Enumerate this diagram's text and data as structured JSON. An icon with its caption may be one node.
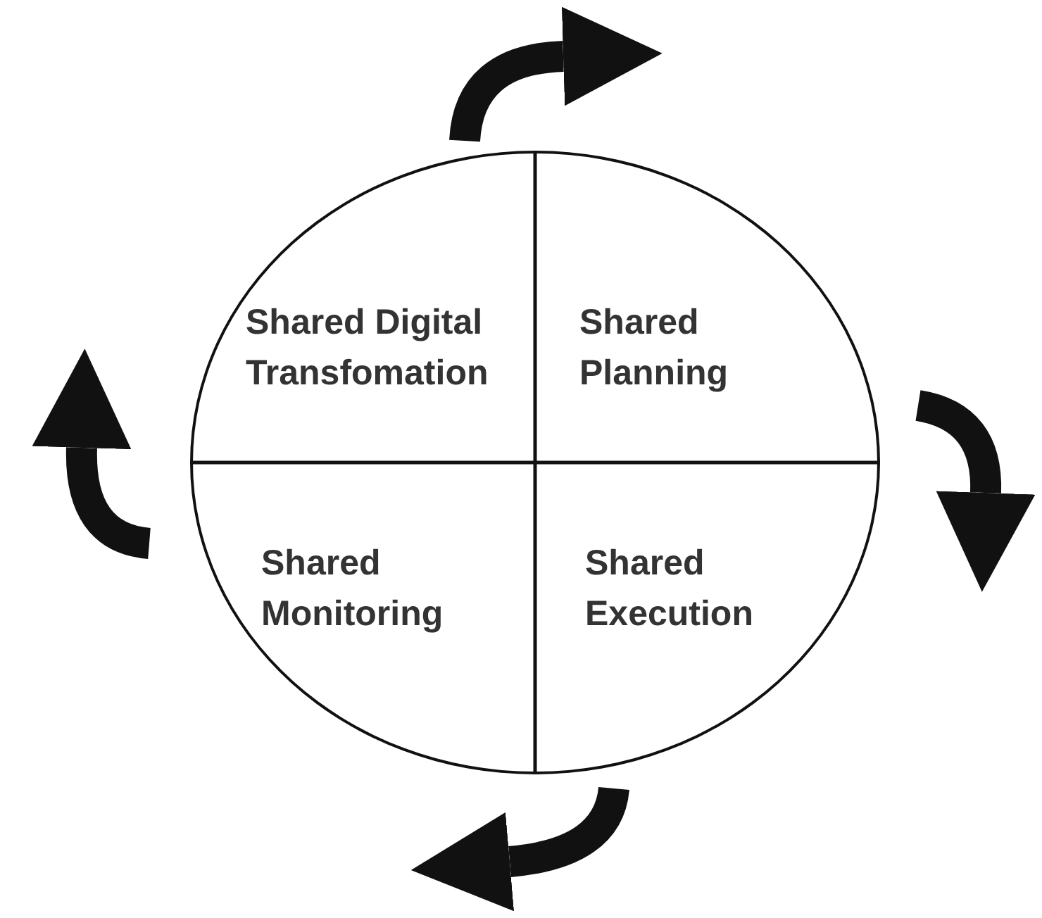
{
  "diagram": {
    "nodes": [
      {
        "text": [],
        "shape": "circle"
      },
      {
        "text": [
          "Shared Digital Transfomation"
        ],
        "in": 0
      },
      {
        "text": [
          "Shared Planning"
        ],
        "in": 0
      },
      {
        "text": [
          "Shared Monitoring"
        ],
        "in": 0
      },
      {
        "text": [
          "Shared Execution"
        ],
        "in": 0
      }
    ]
  }
}
